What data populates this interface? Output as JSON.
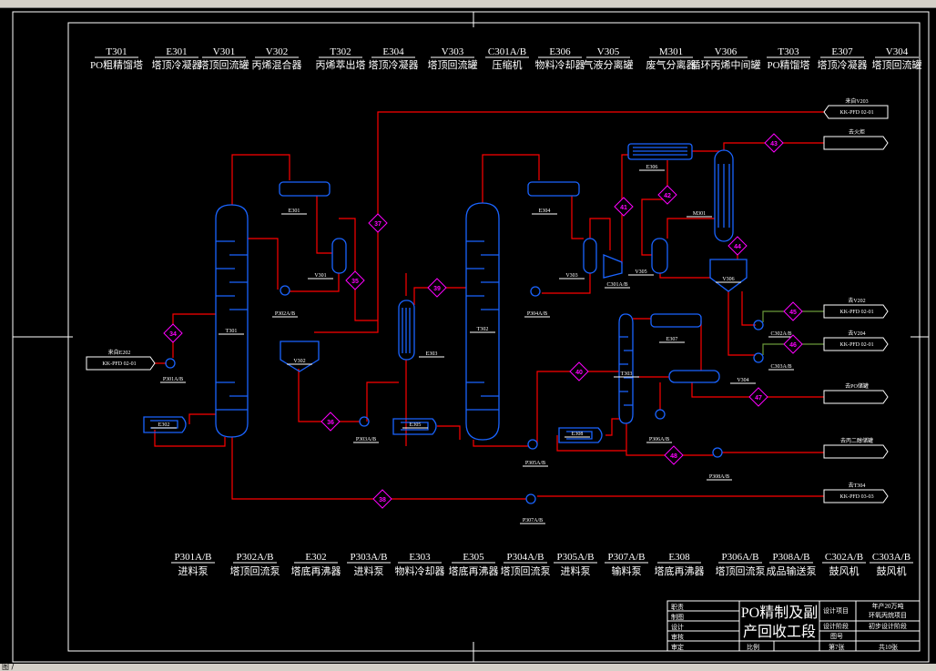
{
  "status_text": "图 /",
  "header_equipment": [
    {
      "tag": "T301",
      "name": "PO粗精馏塔"
    },
    {
      "tag": "E301",
      "name": "塔顶冷凝器"
    },
    {
      "tag": "V301",
      "name": "塔顶回流罐"
    },
    {
      "tag": "V302",
      "name": "丙烯混合器"
    },
    {
      "tag": "T302",
      "name": "丙烯萃出塔"
    },
    {
      "tag": "E304",
      "name": "塔顶冷凝器"
    },
    {
      "tag": "V303",
      "name": "塔顶回流罐"
    },
    {
      "tag": "C301A/B",
      "name": "压缩机"
    },
    {
      "tag": "E306",
      "name": "物料冷却器"
    },
    {
      "tag": "V305",
      "name": "气液分离罐"
    },
    {
      "tag": "M301",
      "name": "废气分离器"
    },
    {
      "tag": "V306",
      "name": "循环丙烯中间罐"
    },
    {
      "tag": "T303",
      "name": "PO精馏塔"
    },
    {
      "tag": "E307",
      "name": "塔顶冷凝器"
    },
    {
      "tag": "V304",
      "name": "塔顶回流罐"
    }
  ],
  "footer_equipment": [
    {
      "tag": "P301A/B",
      "name": "进料泵"
    },
    {
      "tag": "P302A/B",
      "name": "塔顶回流泵"
    },
    {
      "tag": "E302",
      "name": "塔底再沸器"
    },
    {
      "tag": "P303A/B",
      "name": "进料泵"
    },
    {
      "tag": "E303",
      "name": "物料冷却器"
    },
    {
      "tag": "E305",
      "name": "塔底再沸器"
    },
    {
      "tag": "P304A/B",
      "name": "塔顶回流泵"
    },
    {
      "tag": "P305A/B",
      "name": "进料泵"
    },
    {
      "tag": "P307A/B",
      "name": "输料泵"
    },
    {
      "tag": "E308",
      "name": "塔底再沸器"
    },
    {
      "tag": "P306A/B",
      "name": "塔顶回流泵"
    },
    {
      "tag": "P308A/B",
      "name": "成品输送泵"
    },
    {
      "tag": "C302A/B",
      "name": "鼓风机"
    },
    {
      "tag": "C303A/B",
      "name": "鼓风机"
    }
  ],
  "equipment_labels": {
    "T301": "T301",
    "E302": "E302",
    "P301": "P301A/B",
    "E301": "E301",
    "V301": "V301",
    "P302": "P302A/B",
    "V302": "V302",
    "P303": "P303A/B",
    "E303": "E303",
    "E305": "E305",
    "T302": "T302",
    "E304": "E304",
    "V303": "V303",
    "P304": "P304A/B",
    "C301": "C301A/B",
    "E306": "E306",
    "M301": "M301",
    "V305": "V305",
    "V306": "V306",
    "C302": "C302A/B",
    "C303": "C303A/B",
    "T303": "T303",
    "E307": "E307",
    "V304": "V304",
    "E308": "E308",
    "P305": "P305A/B",
    "P306": "P306A/B",
    "P308": "P308A/B",
    "P307": "P307A/B"
  },
  "streams": [
    "34",
    "35",
    "36",
    "37",
    "38",
    "39",
    "40",
    "41",
    "42",
    "43",
    "44",
    "45",
    "46",
    "47",
    "48"
  ],
  "connectors": {
    "in_e202": {
      "caption": "来自E202",
      "ref": "KK-PFD 02-01"
    },
    "in_v203": {
      "caption": "来自V203",
      "ref": "KK-PFD 02-01"
    },
    "out_flare": {
      "caption": "去火炬",
      "ref": ""
    },
    "out_v202": {
      "caption": "去V202",
      "ref": "KK-PFD 02-01"
    },
    "out_v204": {
      "caption": "去V204",
      "ref": "KK-PFD 02-01"
    },
    "out_po_tank": {
      "caption": "去PO储罐",
      "ref": ""
    },
    "out_byproduct": {
      "caption": "去丙二醇储罐",
      "ref": ""
    },
    "out_t304": {
      "caption": "去T304",
      "ref": "KK-PFD 03-03"
    }
  },
  "title_block": {
    "roles": [
      "职责",
      "制图",
      "设计",
      "审核",
      "审定"
    ],
    "drawing_title_1": "PO精制及副",
    "drawing_title_2": "产回收工段",
    "project_label": "设计项目",
    "project_value_1": "年产20万吨",
    "project_value_2": "环氧丙烷项目",
    "stage_label": "设计阶段",
    "stage_value": "初步设计阶段",
    "drawing_no_label": "图号",
    "scale_label": "比例",
    "sheet": "第7张",
    "total": "共10张"
  },
  "colors": {
    "process_line": "#ff0000",
    "utility_line": "#6a9a3a",
    "equipment": "#1a64ff",
    "stream_marker": "#ff00ff",
    "background": "#000000"
  }
}
